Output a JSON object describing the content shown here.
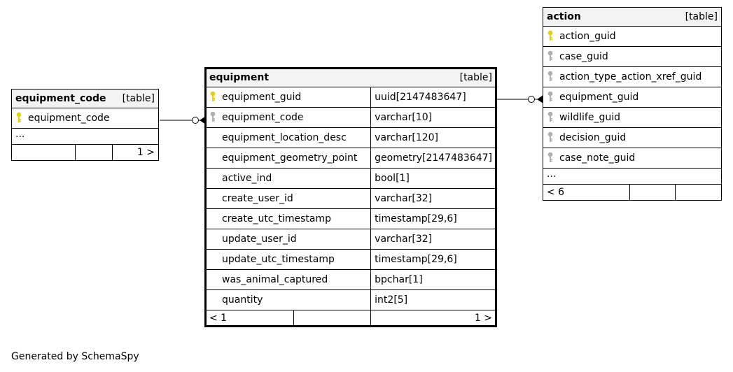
{
  "equipment_code_table": {
    "name": "equipment_code",
    "kind": "[table]",
    "columns": [
      {
        "name": "equipment_code",
        "icon": "primary-key-icon"
      }
    ],
    "more": "...",
    "footer_right": "1 >"
  },
  "equipment_table": {
    "name": "equipment",
    "kind": "[table]",
    "columns": [
      {
        "name": "equipment_guid",
        "type": "uuid[2147483647]",
        "icon": "primary-key-icon"
      },
      {
        "name": "equipment_code",
        "type": "varchar[10]",
        "icon": "foreign-key-icon"
      },
      {
        "name": "equipment_location_desc",
        "type": "varchar[120]"
      },
      {
        "name": "equipment_geometry_point",
        "type": "geometry[2147483647]"
      },
      {
        "name": "active_ind",
        "type": "bool[1]"
      },
      {
        "name": "create_user_id",
        "type": "varchar[32]"
      },
      {
        "name": "create_utc_timestamp",
        "type": "timestamp[29,6]"
      },
      {
        "name": "update_user_id",
        "type": "varchar[32]"
      },
      {
        "name": "update_utc_timestamp",
        "type": "timestamp[29,6]"
      },
      {
        "name": "was_animal_captured",
        "type": "bpchar[1]"
      },
      {
        "name": "quantity",
        "type": "int2[5]"
      }
    ],
    "footer_left": "< 1",
    "footer_right": "1 >"
  },
  "action_table": {
    "name": "action",
    "kind": "[table]",
    "columns": [
      {
        "name": "action_guid",
        "icon": "primary-key-icon"
      },
      {
        "name": "case_guid",
        "icon": "foreign-key-icon"
      },
      {
        "name": "action_type_action_xref_guid",
        "icon": "foreign-key-icon"
      },
      {
        "name": "equipment_guid",
        "icon": "foreign-key-icon"
      },
      {
        "name": "wildlife_guid",
        "icon": "foreign-key-icon"
      },
      {
        "name": "decision_guid",
        "icon": "foreign-key-icon"
      },
      {
        "name": "case_note_guid",
        "icon": "foreign-key-icon"
      }
    ],
    "more": "...",
    "footer_left": "< 6"
  },
  "colors": {
    "primary_key": "#e6d200",
    "foreign_key": "#b0b0b0",
    "header_bg": "#f3f3f3"
  },
  "generated_by": "Generated by SchemaSpy"
}
